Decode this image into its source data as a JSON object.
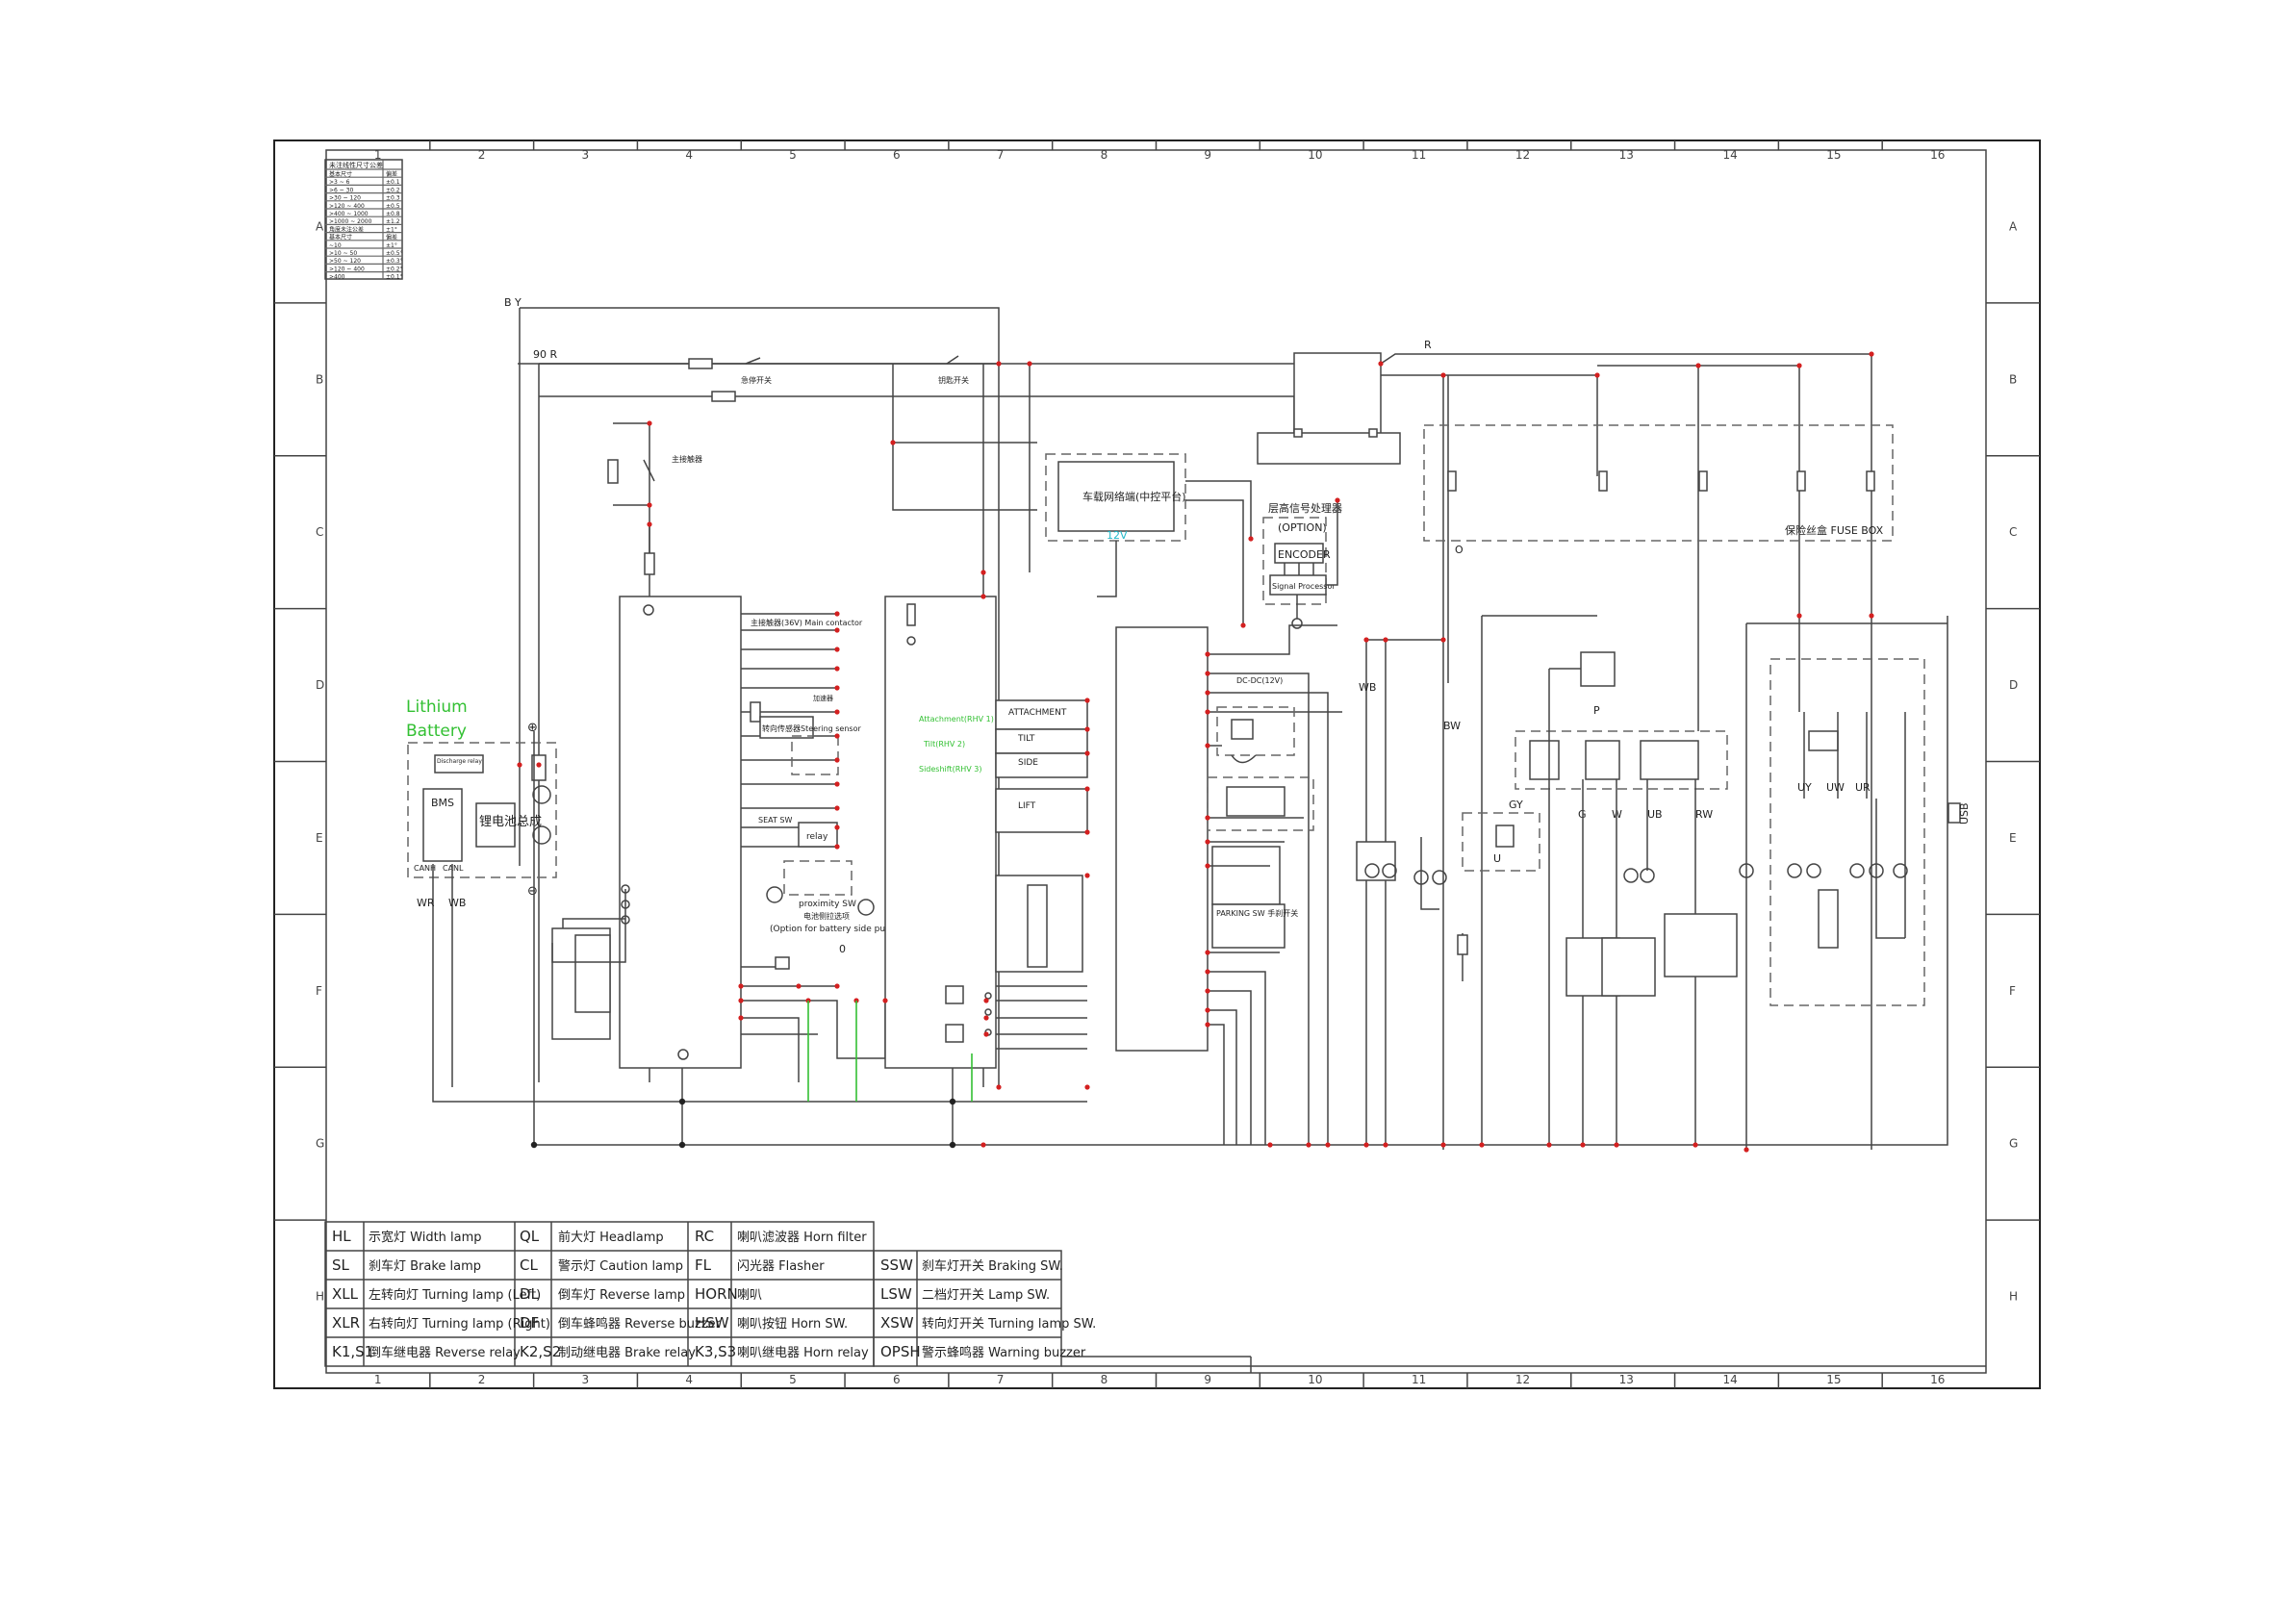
{
  "diagram": {
    "grid_columns": [
      "1",
      "2",
      "3",
      "4",
      "5",
      "6",
      "7",
      "8",
      "9",
      "10",
      "11",
      "12",
      "13",
      "14",
      "15",
      "16"
    ],
    "grid_rows": [
      "A",
      "B",
      "C",
      "D",
      "E",
      "F",
      "G",
      "H"
    ],
    "battery": {
      "title_line1": "Lithium",
      "title_line2": "Battery",
      "bms": "BMS",
      "discharge_relay": "Discharge relay",
      "main_switch": "锂电池总成",
      "canh": "CANH",
      "canl": "CANL"
    },
    "wire_labels": {
      "by": "B Y",
      "wr_top": "90 R",
      "r_right": "R",
      "wb": "WB",
      "bw": "BW",
      "o": "O",
      "g": "G",
      "w": "W",
      "ub": "UB",
      "rw": "RW",
      "uy": "UY",
      "uw": "UW",
      "ur": "UR",
      "gy": "GY",
      "p": "P",
      "u": "U",
      "wr1": "WR",
      "wb2": "WB"
    },
    "controller": {
      "main_contactor": "主接触器(36V) Main contactor",
      "steering_sensor": "转向传感器Steering sensor",
      "seat_sw": "SEAT SW",
      "relay": "relay",
      "proximity": "proximity SW",
      "battery_pullout": "(Option for battery side pullout)",
      "battery_pullout_cn": "电池侧拉选项",
      "accel": "加速器",
      "zero": "0"
    },
    "valve_block": {
      "attachment": "ATTACHMENT",
      "tilt": "TILT",
      "side": "SIDE",
      "lift": "LIFT",
      "green1": "Attachment(RHV 1)",
      "green2": "Tilt(RHV 2)",
      "green3": "Sideshift(RHV 3)"
    },
    "telematics": {
      "label": "车载网络端(中控平台)",
      "code": "12V"
    },
    "encoder": {
      "title": "层高信号处理器",
      "option": "(OPTION)",
      "encoder": "ENCODER",
      "processor": "Signal Processor"
    },
    "dcdc": {
      "label": "DC-DC(12V)",
      "parking": "PARKING SW 手刹开关"
    },
    "fuse_box": {
      "label": "保险丝盒 FUSE BOX"
    },
    "side_labels": {
      "usb": "USB"
    },
    "top_labels": {
      "key_sw": "钥匙开关",
      "emergency": "急停开关",
      "horn_sw": "主接触器"
    },
    "revision_table": {
      "header": "未注线性尺寸公差",
      "rows": [
        [
          "基本尺寸",
          "偏差"
        ],
        [
          ">3 ~ 6",
          "±0.1"
        ],
        [
          ">6 ~ 30",
          "±0.2"
        ],
        [
          ">30 ~ 120",
          "±0.3"
        ],
        [
          ">120 ~ 400",
          "±0.5"
        ],
        [
          ">400 ~ 1000",
          "±0.8"
        ],
        [
          ">1000 ~ 2000",
          "±1.2"
        ],
        [
          "角度未注公差",
          "±1°"
        ],
        [
          "基本尺寸",
          "偏差"
        ],
        [
          "~10",
          "±1°"
        ],
        [
          ">10 ~ 50",
          "±0.5°"
        ],
        [
          ">50 ~ 120",
          "±0.3°"
        ],
        [
          ">120 ~ 400",
          "±0.2°"
        ],
        [
          ">400",
          "±0.1°"
        ]
      ]
    }
  },
  "legend": {
    "col1": [
      {
        "code": "HL",
        "desc": "示宽灯 Width lamp"
      },
      {
        "code": "SL",
        "desc": "刹车灯 Brake lamp"
      },
      {
        "code": "XLL",
        "desc": "左转向灯 Turning lamp (Left)"
      },
      {
        "code": "XLR",
        "desc": "右转向灯 Turning lamp (Right)"
      },
      {
        "code": "K1,S1",
        "desc": "倒车继电器 Reverse relay"
      }
    ],
    "col2": [
      {
        "code": "QL",
        "desc": "前大灯 Headlamp"
      },
      {
        "code": "CL",
        "desc": "警示灯 Caution lamp"
      },
      {
        "code": "DL",
        "desc": "倒车灯 Reverse lamp"
      },
      {
        "code": "DF",
        "desc": "倒车蜂鸣器 Reverse buzzer"
      },
      {
        "code": "K2,S2",
        "desc": "制动继电器 Brake relay"
      }
    ],
    "col3": [
      {
        "code": "RC",
        "desc": "喇叭滤波器 Horn filter"
      },
      {
        "code": "FL",
        "desc": "闪光器 Flasher"
      },
      {
        "code": "HORN",
        "desc": "喇叭"
      },
      {
        "code": "HSW",
        "desc": "喇叭按钮 Horn SW."
      },
      {
        "code": "K3,S3",
        "desc": "喇叭继电器 Horn relay"
      }
    ],
    "col4": [
      {
        "code": "SSW",
        "desc": "刹车灯开关 Braking SW."
      },
      {
        "code": "LSW",
        "desc": "二档灯开关 Lamp SW."
      },
      {
        "code": "XSW",
        "desc": "转向灯开关 Turning lamp SW."
      },
      {
        "code": "OPSH",
        "desc": "警示蜂鸣器 Warning buzzer"
      }
    ]
  }
}
